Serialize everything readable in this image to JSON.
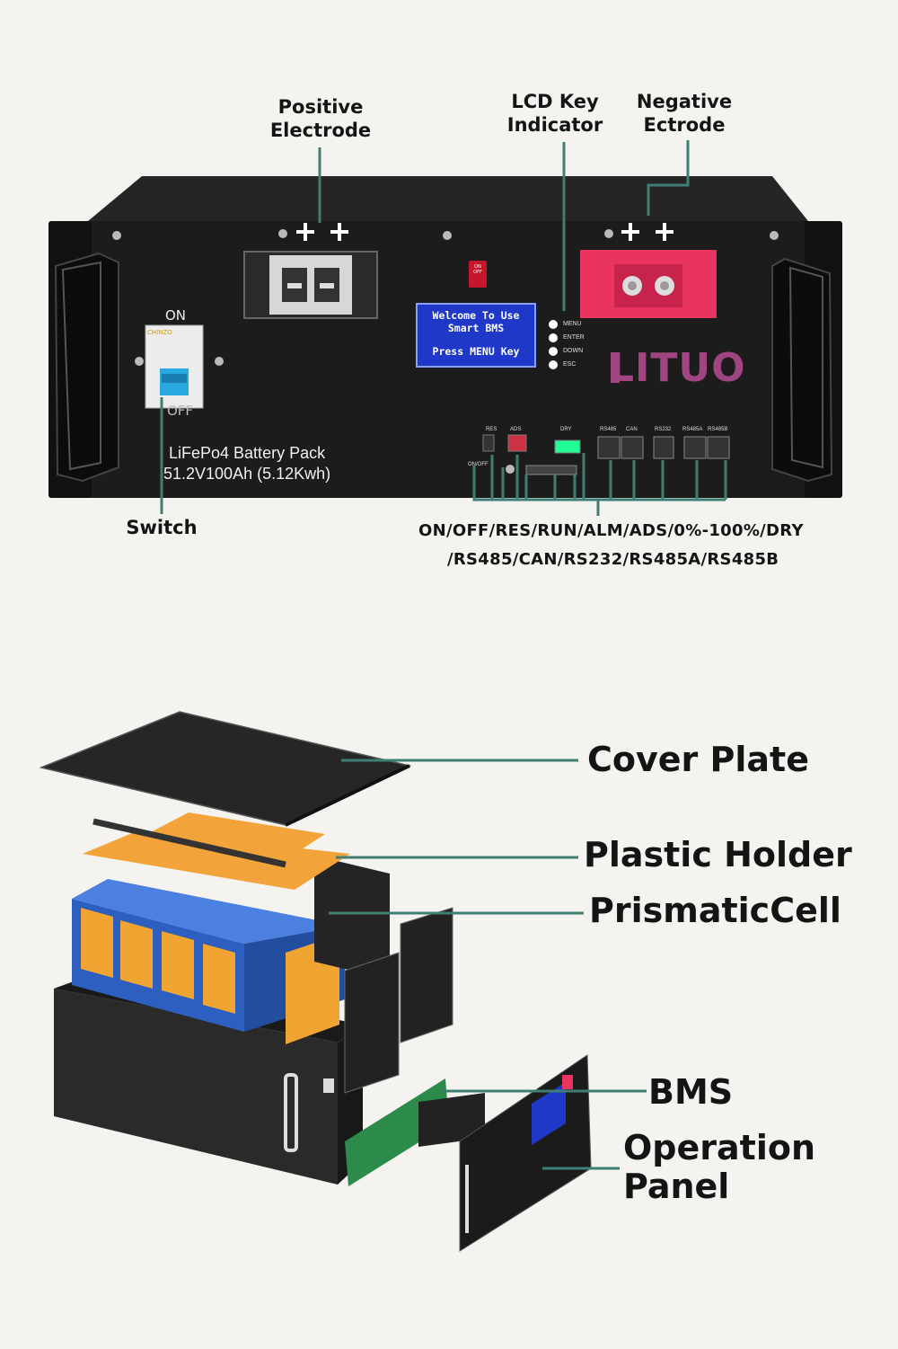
{
  "top_labels": {
    "positive_electrode": [
      "Positive",
      "Electrode"
    ],
    "lcd_key_indicator": [
      "LCD Key",
      "Indicator"
    ],
    "negative_electrode": [
      "Negative",
      "Ectrode"
    ],
    "switch": "Switch"
  },
  "panel": {
    "on_label": "ON",
    "off_label": "OFF",
    "on_off_small": [
      "ON",
      "OFF"
    ],
    "lcd": {
      "line1": "Welcome To Use",
      "line2": "Smart BMS",
      "line3": "Press MENU Key"
    },
    "buttons": [
      "MENU",
      "ENTER",
      "DOWN",
      "ESC"
    ],
    "brand": "LITUO",
    "pack_line1": "LiFePo4 Battery Pack",
    "pack_line2": "51.2V100Ah  (5.12Kwh)",
    "port_labels": [
      "RES",
      "ADS",
      "DRY",
      "RS485",
      "CAN",
      "RS232",
      "RS485A",
      "RS485B"
    ],
    "onoff_small_label": "ON/OFF",
    "breaker_brand": "CHINZO"
  },
  "ports_caption": [
    "ON/OFF/RES/RUN/ALM/ADS/0%-100%/DRY",
    "/RS485/CAN/RS232/RS485A/RS485B"
  ],
  "exploded_labels": {
    "cover_plate": "Cover Plate",
    "plastic_holder": "Plastic Holder",
    "prismatic_cell": "PrismaticCell",
    "bms": "BMS",
    "operation_panel": [
      "Operation",
      "Panel"
    ]
  },
  "colors": {
    "leader": "#3f7f73",
    "panel": "#1b1b1b",
    "lcd": "#1f38c8",
    "terminal_red": "#e8345f",
    "brand_purple": "#a0457f",
    "cell_blue": "#2c5fbf",
    "cell_orange": "#f0a431",
    "holder_orange": "#f2a43a"
  }
}
